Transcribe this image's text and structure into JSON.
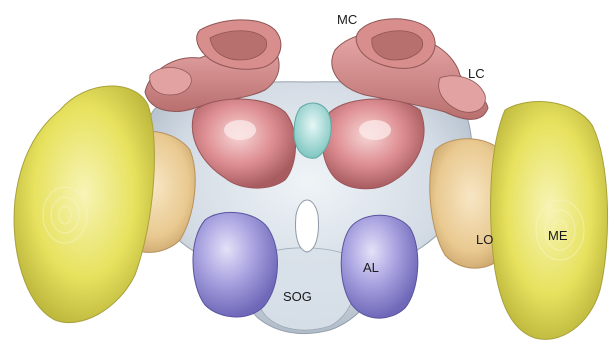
{
  "figure": {
    "background": "#ffffff",
    "colors": {
      "mushroom_body": "#d98a8a",
      "mushroom_body_dark": "#b86a6a",
      "lobula": "#c79a6a",
      "optic_lobe_medulla": "#e8e36a",
      "lobula_plate": "#f0d7a8",
      "central_brain": "#c9d3dd",
      "antennal_lobe": "#9b95d8",
      "central_complex": "#9fd7d3"
    },
    "labels": {
      "mc": "MC",
      "lc": "LC",
      "lo": "LO",
      "me": "ME",
      "al": "AL",
      "sog": "SOG"
    }
  }
}
